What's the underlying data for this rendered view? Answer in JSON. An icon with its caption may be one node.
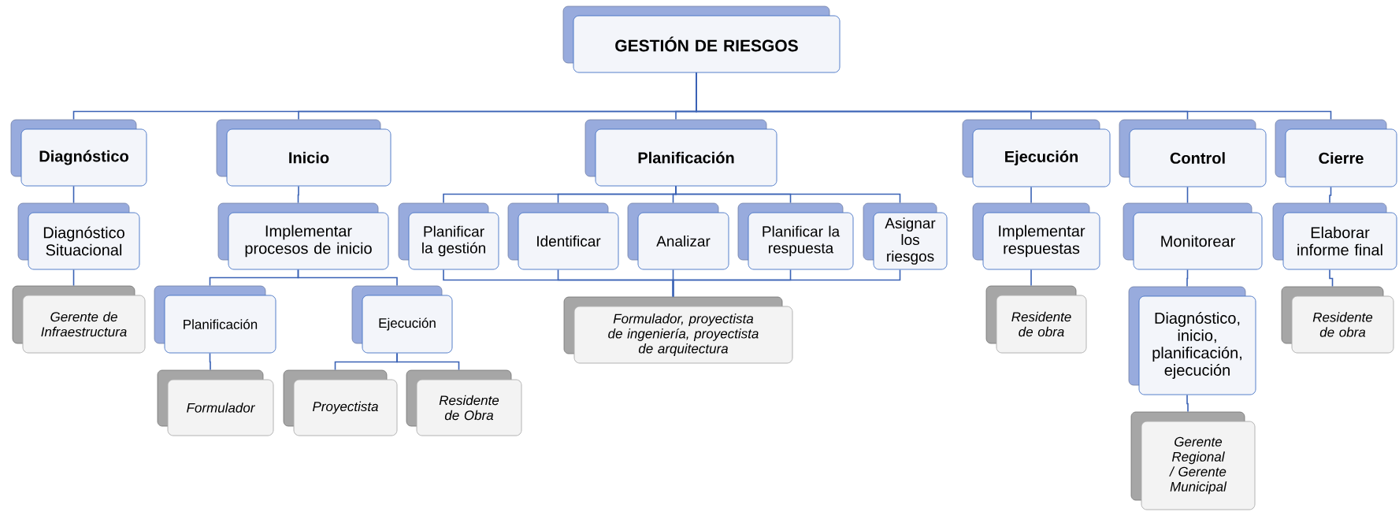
{
  "diagram": {
    "nodes": [
      {
        "text": [
          "GESTIÓN DE RIESGOS"
        ]
      },
      {
        "text": [
          "Diagnóstico"
        ]
      },
      {
        "text": [
          "Diagnóstico Situacional"
        ]
      },
      {
        "text": [
          "Gerente de Infraestructura"
        ]
      },
      {
        "text": [
          "Inicio"
        ]
      },
      {
        "text": [
          "Implementar procesos de inicio"
        ]
      },
      {
        "text": [
          "Planificación"
        ]
      },
      {
        "text": [
          "Formulador"
        ]
      },
      {
        "text": [
          "Ejecución"
        ]
      },
      {
        "text": [
          "Proyectista"
        ]
      },
      {
        "text": [
          "Residente de Obra"
        ]
      },
      {
        "text": [
          "Planificación"
        ]
      },
      {
        "text": [
          "Planificar la gestión"
        ]
      },
      {
        "text": [
          "Identificar"
        ]
      },
      {
        "text": [
          "Analizar"
        ]
      },
      {
        "text": [
          "Planificar la respuesta"
        ]
      },
      {
        "text": [
          "Asignar los riesgos"
        ]
      },
      {
        "text": [
          "Formulador, proyectista de ingeniería, proyectista de arquitectura"
        ]
      },
      {
        "text": [
          "Ejecución"
        ]
      },
      {
        "text": [
          "Implementar respuestas"
        ]
      },
      {
        "text": [
          "Residente de obra"
        ]
      },
      {
        "text": [
          "Control"
        ]
      },
      {
        "text": [
          "Monitorear"
        ]
      },
      {
        "text": [
          "Diagnóstico, inicio, planificación, ejecución"
        ]
      },
      {
        "text": [
          "Gerente Regional / Gerente Municipal"
        ]
      },
      {
        "text": [
          "Cierre"
        ]
      },
      {
        "text": [
          "Elaborar informe final"
        ]
      },
      {
        "text": [
          "Residente de obra"
        ]
      }
    ],
    "edges": [
      {
        "from": 0,
        "to": 1,
        "arrow": "none"
      },
      {
        "from": 0,
        "to": 4,
        "arrow": "none"
      },
      {
        "from": 0,
        "to": 11,
        "arrow": "none"
      },
      {
        "from": 0,
        "to": 18,
        "arrow": "none"
      },
      {
        "from": 0,
        "to": 21,
        "arrow": "none"
      },
      {
        "from": 0,
        "to": 25,
        "arrow": "none"
      },
      {
        "from": 1,
        "to": 2,
        "arrow": "none"
      },
      {
        "from": 2,
        "to": 3,
        "arrow": "none"
      },
      {
        "from": 4,
        "to": 5,
        "arrow": "none"
      },
      {
        "from": 5,
        "to": 6,
        "arrow": "none"
      },
      {
        "from": 5,
        "to": 8,
        "arrow": "none"
      },
      {
        "from": 6,
        "to": 7,
        "arrow": "none"
      },
      {
        "from": 8,
        "to": 9,
        "arrow": "none"
      },
      {
        "from": 8,
        "to": 10,
        "arrow": "none"
      },
      {
        "from": 11,
        "to": 12,
        "arrow": "none"
      },
      {
        "from": 11,
        "to": 13,
        "arrow": "none"
      },
      {
        "from": 11,
        "to": 14,
        "arrow": "none"
      },
      {
        "from": 11,
        "to": 15,
        "arrow": "none"
      },
      {
        "from": 11,
        "to": 16,
        "arrow": "none"
      },
      {
        "from": 12,
        "to": 17,
        "arrow": "none"
      },
      {
        "from": 13,
        "to": 17,
        "arrow": "none"
      },
      {
        "from": 14,
        "to": 17,
        "arrow": "none"
      },
      {
        "from": 15,
        "to": 17,
        "arrow": "none"
      },
      {
        "from": 16,
        "to": 17,
        "arrow": "none"
      },
      {
        "from": 18,
        "to": 19,
        "arrow": "none"
      },
      {
        "from": 19,
        "to": 20,
        "arrow": "none"
      },
      {
        "from": 21,
        "to": 22,
        "arrow": "none"
      },
      {
        "from": 22,
        "to": 23,
        "arrow": "none"
      },
      {
        "from": 23,
        "to": 24,
        "arrow": "none"
      },
      {
        "from": 25,
        "to": 26,
        "arrow": "none"
      },
      {
        "from": 26,
        "to": 27,
        "arrow": "none"
      }
    ]
  }
}
